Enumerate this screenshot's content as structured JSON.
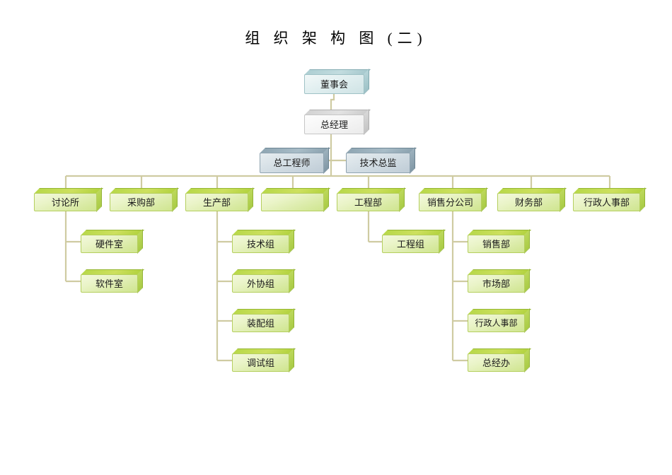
{
  "title": "组 织 架 构 图 (二)",
  "colors": {
    "connector": "#cfcba2",
    "green_fill": "#e6f2bd",
    "green_bevel": "#bcd84f",
    "teal_fill": "#dbeaec",
    "teal_bevel": "#aecfd3",
    "grey_fill": "#f3f3f3",
    "grey_bevel": "#d5d5d5",
    "slate_fill": "#cfdae2",
    "slate_bevel": "#92a8b5",
    "text": "#1a1a1a",
    "background": "#ffffff"
  },
  "nodes": {
    "board": {
      "label": "董事会",
      "style": "teal"
    },
    "general_manager": {
      "label": "总经理",
      "style": "grey"
    },
    "chief_engineer": {
      "label": "总工程师",
      "style": "slate"
    },
    "technical_director": {
      "label": "技术总监",
      "style": "slate"
    },
    "departments": [
      {
        "label": "讨论所",
        "style": "green"
      },
      {
        "label": "采购部",
        "style": "green"
      },
      {
        "label": "生产部",
        "style": "green"
      },
      {
        "label": "",
        "style": "green"
      },
      {
        "label": "工程部",
        "style": "green"
      },
      {
        "label": "销售分公司",
        "style": "green"
      },
      {
        "label": "财务部",
        "style": "green"
      },
      {
        "label": "行政人事部",
        "style": "green"
      }
    ],
    "discussion_children": [
      {
        "label": "硬件室",
        "style": "green"
      },
      {
        "label": "软件室",
        "style": "green"
      }
    ],
    "production_children": [
      {
        "label": "技术组",
        "style": "green"
      },
      {
        "label": "外协组",
        "style": "green"
      },
      {
        "label": "装配组",
        "style": "green"
      },
      {
        "label": "调试组",
        "style": "green"
      }
    ],
    "engineering_children": [
      {
        "label": "工程组",
        "style": "green"
      }
    ],
    "sales_children": [
      {
        "label": "销售部",
        "style": "green"
      },
      {
        "label": "市场部",
        "style": "green"
      },
      {
        "label": "行政人事部",
        "style": "green"
      },
      {
        "label": "总经办",
        "style": "green"
      }
    ]
  }
}
